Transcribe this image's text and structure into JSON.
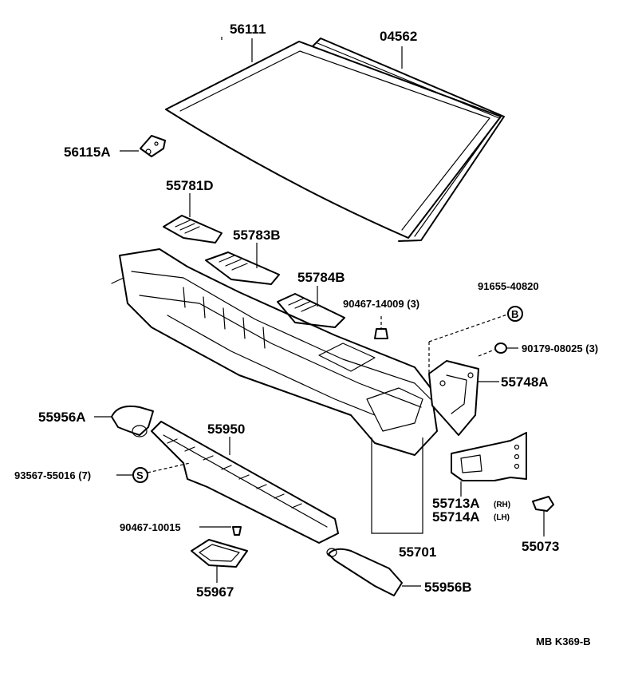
{
  "parts": {
    "windshield_glass": "56111",
    "windshield_moulding": "04562",
    "glass_stopper": "56115A",
    "cowl_louver_d": "55781D",
    "cowl_louver_b": "55783B",
    "cowl_louver_b2": "55784B",
    "clip_90467_14009": "90467-14009 (3)",
    "bolt_91655": "91655-40820",
    "clip_90179": "90179-08025 (3)",
    "bracket_55748a": "55748A",
    "duct_55956a": "55956A",
    "cowl_top_55950": "55950",
    "screw_93567": "93567-55016 (7)",
    "clip_90467_10015": "90467-10015",
    "bracket_55713a": "55713A",
    "bracket_55713a_side": "(RH)",
    "bracket_55714a": "55714A",
    "bracket_55714a_side": "(LH)",
    "cover_55073": "55073",
    "cowl_panel_55701": "55701",
    "grille_55967": "55967",
    "duct_55956b": "55956B"
  },
  "badges": {
    "b": "B",
    "s": "S"
  },
  "footer": {
    "code": "MB  K369-B"
  }
}
